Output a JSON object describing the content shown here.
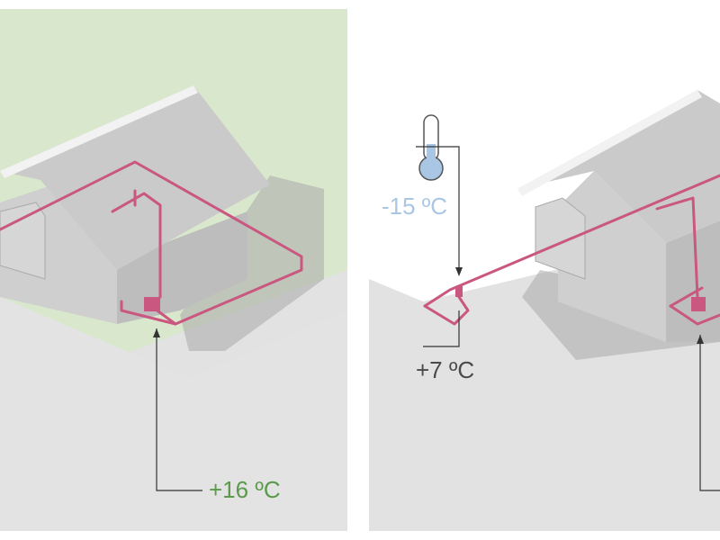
{
  "panels": [
    {
      "id": "summer",
      "temperature_label": "+16 ºC",
      "temperature_color": "#5a9a4a",
      "ground_tint": "#d9e8cc"
    },
    {
      "id": "winter",
      "outdoor_label": "-15 ºC",
      "outdoor_color": "#a9c6e4",
      "soil_label": "+7 ºC",
      "soil_color": "#4a4a4a"
    }
  ],
  "colors": {
    "pipe": "#c9577f",
    "house_front": "#cfcfcf",
    "house_side": "#b9b9b9",
    "roof": "#e8e8e8",
    "ground": "#e2e2e2",
    "shadow": "#9f9f9f"
  },
  "icons": [
    "thermometer-icon",
    "heat-pump-unit-icon"
  ]
}
